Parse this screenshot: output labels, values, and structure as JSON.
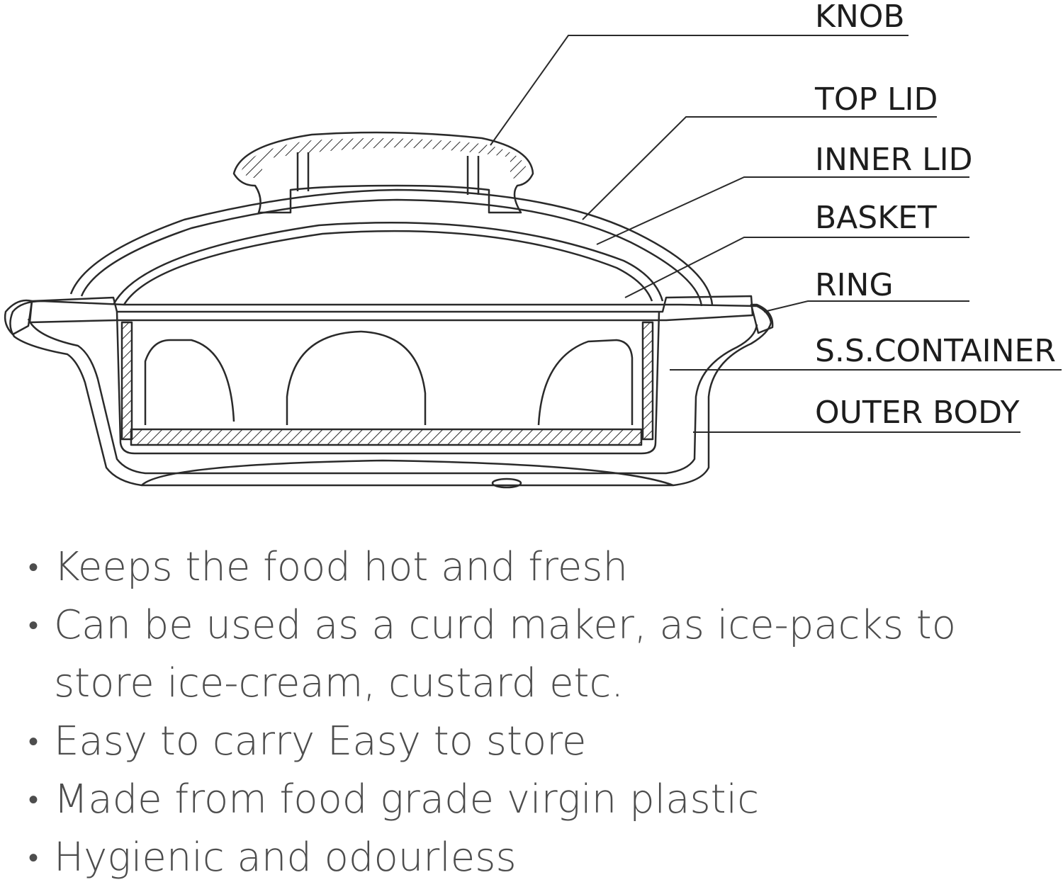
{
  "labels": [
    {
      "key": "knob",
      "text": "KNOB"
    },
    {
      "key": "top_lid",
      "text": "TOP LID"
    },
    {
      "key": "inner_lid",
      "text": "INNER LID"
    },
    {
      "key": "basket",
      "text": "BASKET"
    },
    {
      "key": "ring",
      "text": "RING"
    },
    {
      "key": "ss_container",
      "text": "S.S.CONTAINER"
    },
    {
      "key": "outer_body",
      "text": "OUTER BODY"
    }
  ],
  "bullet_marker": "•",
  "features": [
    "Keeps the food hot and fresh",
    "Can be used as a curd maker, as ice-packs to store ice-cream, custard etc.",
    "Easy to carry Easy to store",
    "Made from food grade virgin plastic",
    "Hygienic and odourless"
  ],
  "colors": {
    "line": "#2a2a2a",
    "text": "#1d1d1d",
    "bullet_text": "#4d4d4d"
  }
}
